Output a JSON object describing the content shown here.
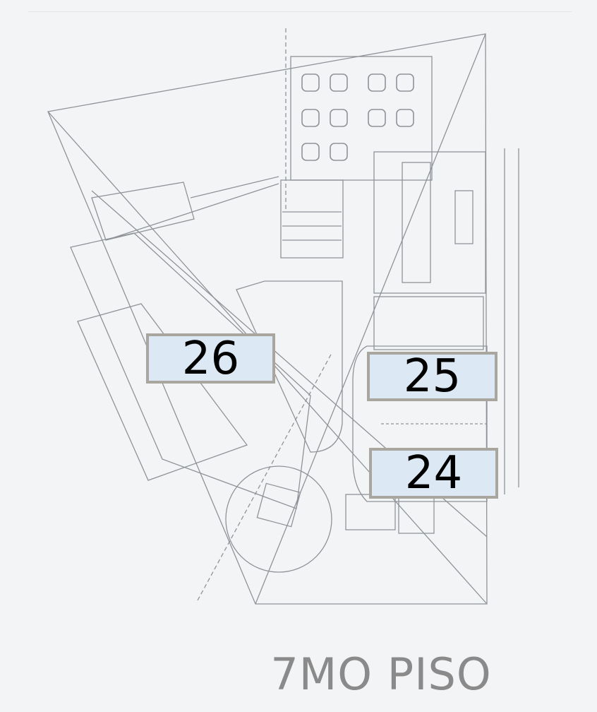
{
  "floor_title": "7MO PISO",
  "units": [
    {
      "number": "26"
    },
    {
      "number": "25"
    },
    {
      "number": "24"
    }
  ],
  "colors": {
    "unit_fill": "#dde8f5",
    "unit_border": "#a9a6a0",
    "title": "#8a8a8a",
    "plan_lines": "#8f9399"
  }
}
